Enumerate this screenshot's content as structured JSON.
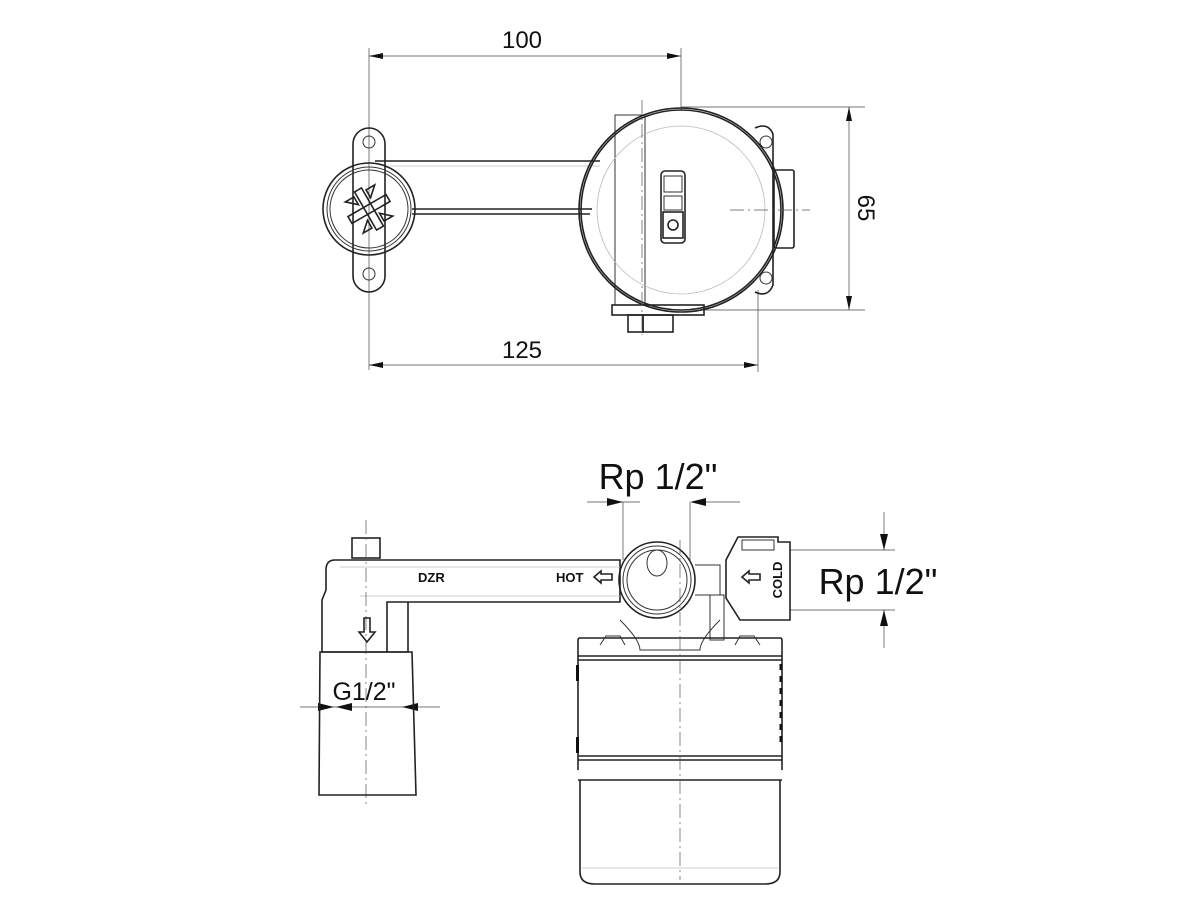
{
  "top_view": {
    "dim_width_top": "100",
    "dim_width_bottom": "125",
    "dim_height_right": "65"
  },
  "side_view": {
    "outlet_top_thread": "Rp 1/2\"",
    "inlet_right_thread": "Rp 1/2\"",
    "outlet_bottom_thread": "G1/2\"",
    "pipe_marking": "DZR",
    "hot_label": "HOT",
    "cold_label": "COLD"
  },
  "colors": {
    "line": "#222222",
    "background": "#ffffff"
  }
}
